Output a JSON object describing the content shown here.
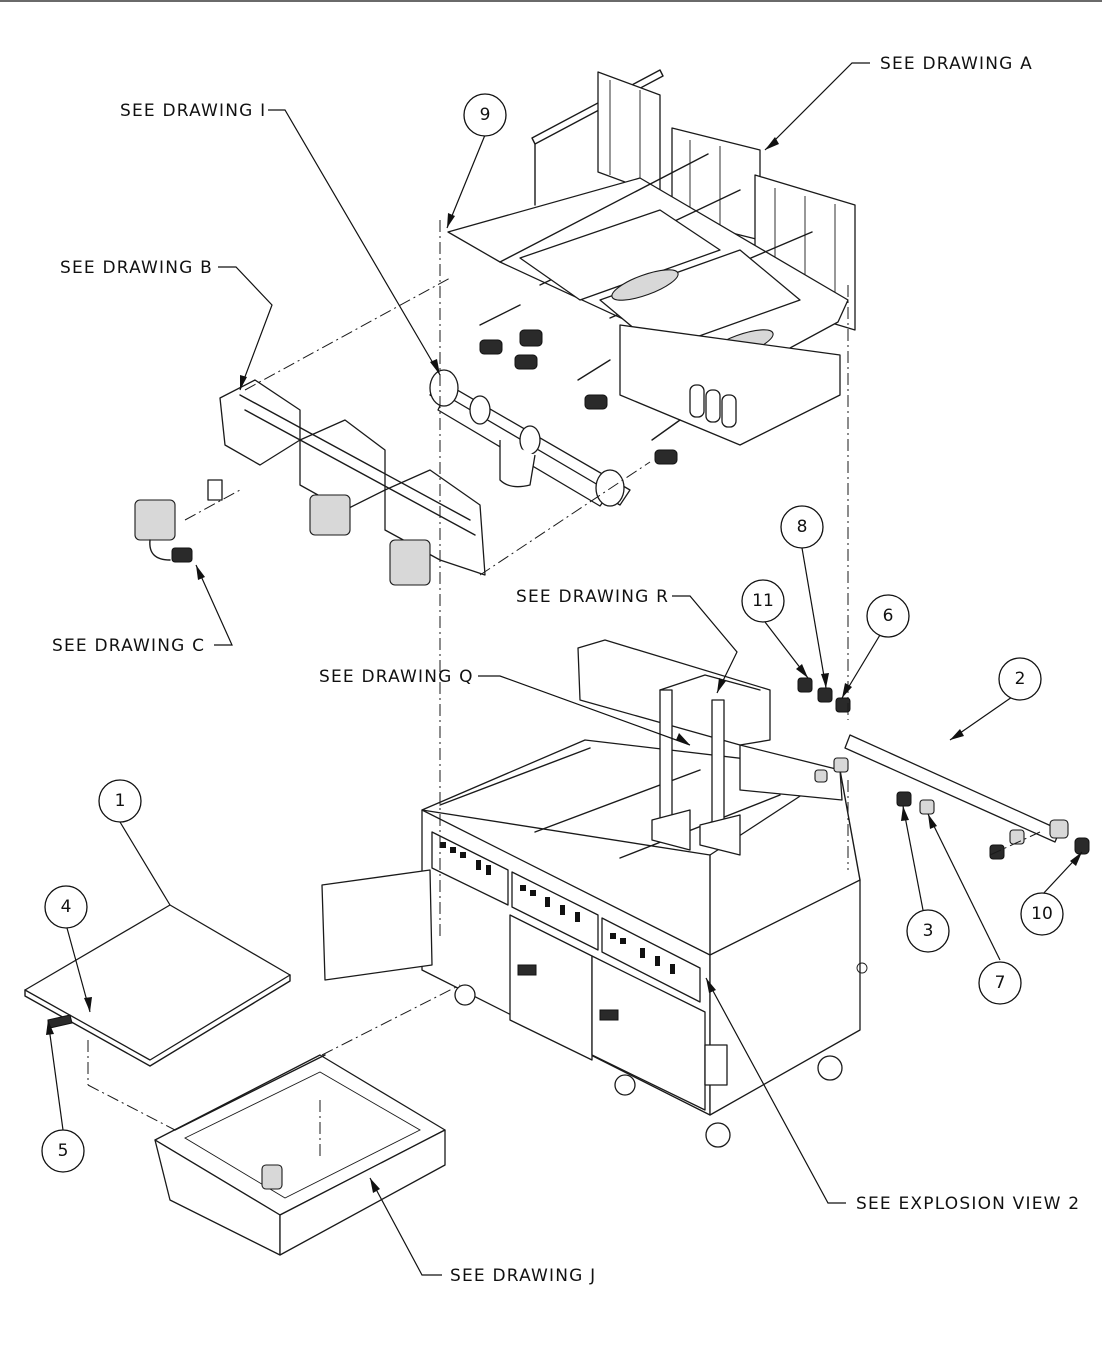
{
  "callouts": [
    {
      "id": "see-drawing-a",
      "text": "SEE DRAWING A"
    },
    {
      "id": "see-drawing-i",
      "text": "SEE DRAWING I"
    },
    {
      "id": "see-drawing-b",
      "text": "SEE DRAWING B"
    },
    {
      "id": "see-drawing-c",
      "text": "SEE DRAWING C"
    },
    {
      "id": "see-drawing-r",
      "text": "SEE DRAWING R"
    },
    {
      "id": "see-drawing-q",
      "text": "SEE DRAWING Q"
    },
    {
      "id": "see-explosion-view-2",
      "text": "SEE EXPLOSION VIEW 2"
    },
    {
      "id": "see-drawing-j",
      "text": "SEE DRAWING J"
    }
  ],
  "balloons": [
    "1",
    "2",
    "3",
    "4",
    "5",
    "6",
    "7",
    "8",
    "9",
    "10",
    "11"
  ]
}
